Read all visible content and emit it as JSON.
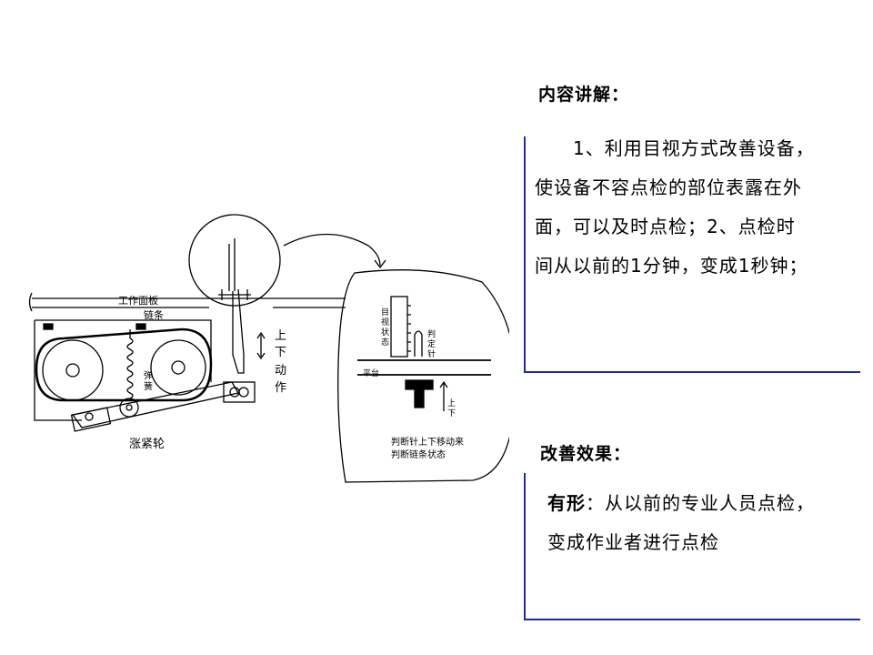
{
  "section1": {
    "heading": "内容讲解：",
    "lines": [
      "　　1、利用目视方式改善设备，",
      "使设备不容点检的部位表露在外",
      "面，可以及时点检；2、点检时",
      "间从以前的1分钟，变成1秒钟；"
    ]
  },
  "section2": {
    "heading": "改善效果：",
    "bold_lead": "有形",
    "line1_rest": "：从以前的专业人员点检，",
    "line2": "变成作业者进行点检"
  },
  "diagram": {
    "work_panel": "工作面板",
    "chain": "链条",
    "spring": [
      "弹",
      "簧"
    ],
    "tension_wheel": "涨紧轮",
    "motion": [
      "上",
      "下",
      "动",
      "作"
    ],
    "visual_state": [
      "目",
      "视",
      "状",
      "态"
    ],
    "judge_needle": [
      "判",
      "定",
      "针"
    ],
    "platform": "平台",
    "up_down": [
      "上",
      "下"
    ],
    "caption": [
      "判断针上下移动来",
      "判断链条状态"
    ]
  },
  "colors": {
    "frame": "#1f2f8f",
    "text": "#000000"
  }
}
